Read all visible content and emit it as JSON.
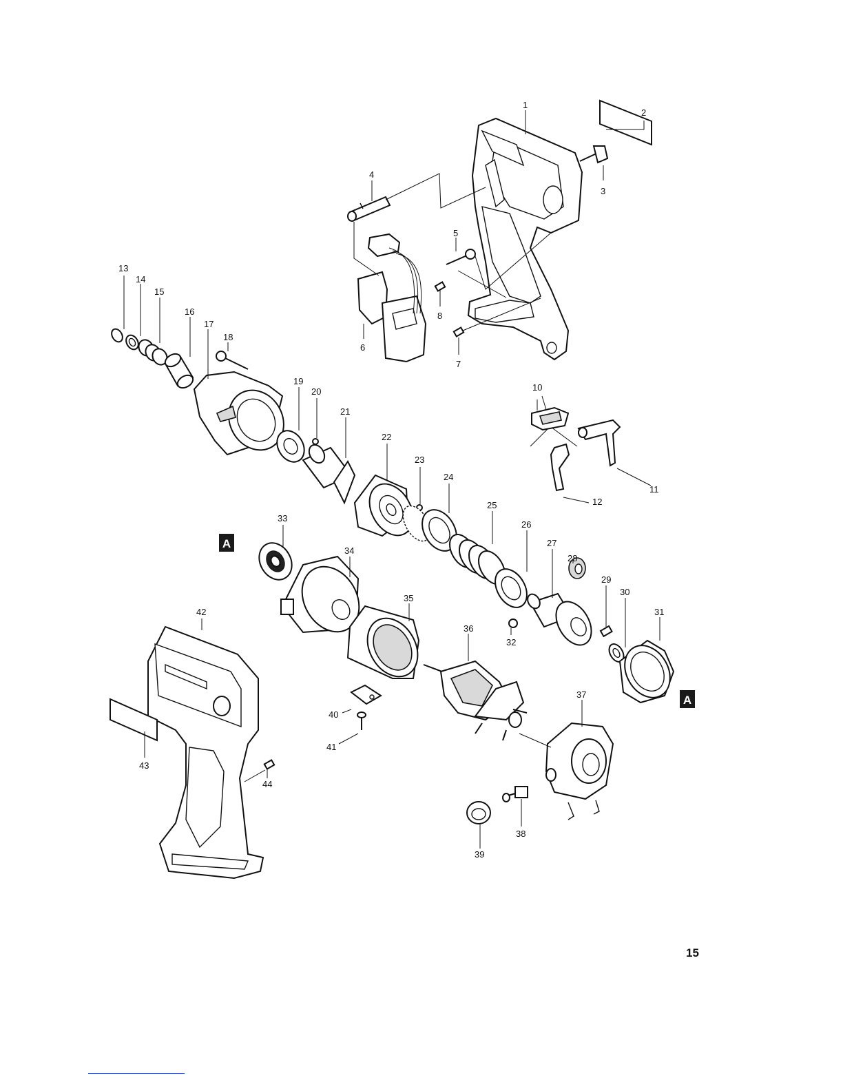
{
  "page_number": "15",
  "marker_label": "A",
  "callouts": [
    "1",
    "2",
    "3",
    "4",
    "5",
    "6",
    "7",
    "8",
    "10",
    "11",
    "12",
    "13",
    "14",
    "15",
    "16",
    "17",
    "18",
    "19",
    "20",
    "21",
    "22",
    "23",
    "24",
    "25",
    "26",
    "27",
    "28",
    "29",
    "30",
    "31",
    "32",
    "33",
    "34",
    "35",
    "36",
    "37",
    "38",
    "39",
    "40",
    "41",
    "42",
    "43",
    "44"
  ]
}
